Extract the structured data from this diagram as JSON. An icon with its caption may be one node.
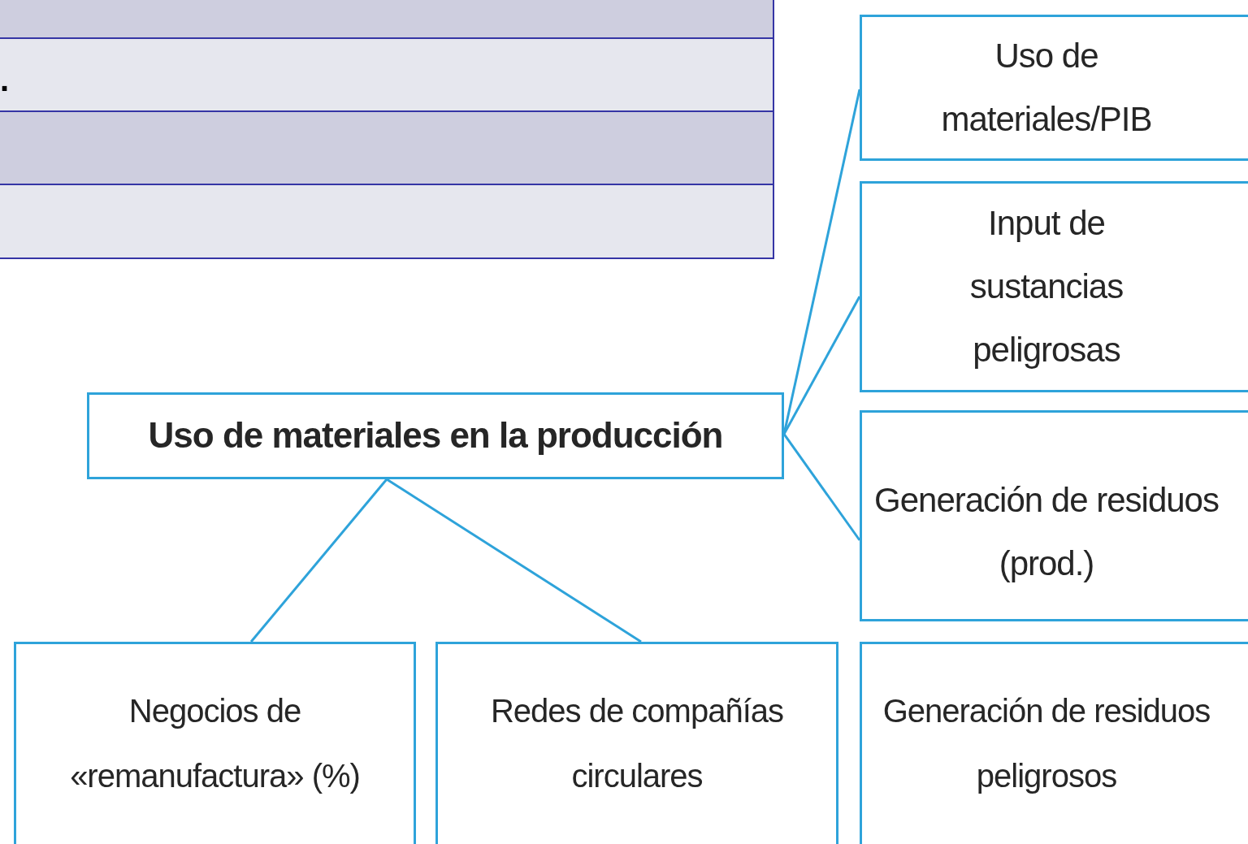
{
  "diagram": {
    "nodes": [
      {
        "text": [
          "Uso de materiales en la producción"
        ]
      },
      {
        "text": [
          "Uso de materiales/PIB"
        ]
      },
      {
        "text": [
          "Input de sustancias peligrosas"
        ]
      },
      {
        "text": [
          "Generación de residuos (prod.)"
        ]
      },
      {
        "text": [
          "Negocios de «remanufactura» (%)"
        ]
      },
      {
        "text": [
          "Redes de compañías circulares"
        ]
      },
      {
        "text": [
          "Generación de residuos peligrosos"
        ]
      }
    ],
    "edges": [
      {
        "from": 0,
        "to": 1,
        "arrow": "none"
      },
      {
        "from": 0,
        "to": 2,
        "arrow": "none"
      },
      {
        "from": 0,
        "to": 3,
        "arrow": "none"
      },
      {
        "from": 0,
        "to": 4,
        "arrow": "none"
      },
      {
        "from": 0,
        "to": 5,
        "arrow": "none"
      }
    ],
    "labels": [
      "."
    ]
  }
}
